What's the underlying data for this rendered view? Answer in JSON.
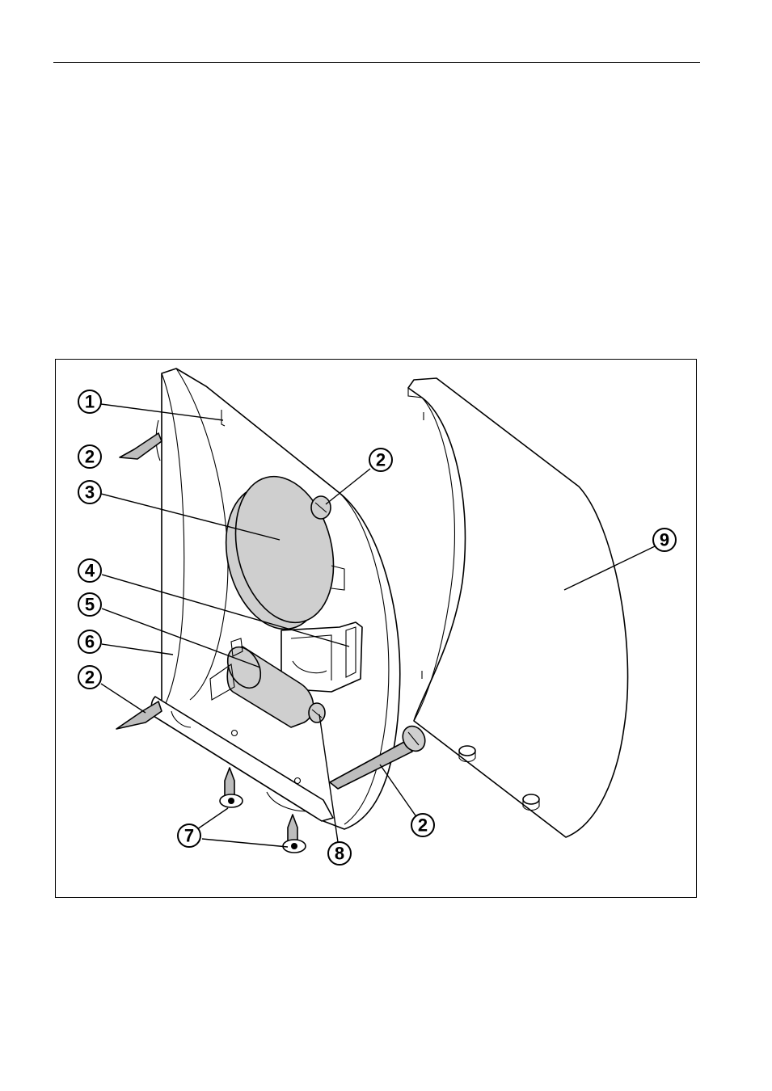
{
  "diagram": {
    "callouts": [
      {
        "id": "c1",
        "text": "1"
      },
      {
        "id": "c2a",
        "text": "2"
      },
      {
        "id": "c2b",
        "text": "2"
      },
      {
        "id": "c3",
        "text": "3"
      },
      {
        "id": "c4",
        "text": "4"
      },
      {
        "id": "c5",
        "text": "5"
      },
      {
        "id": "c6",
        "text": "6"
      },
      {
        "id": "c2c",
        "text": "2"
      },
      {
        "id": "c2d",
        "text": "2"
      },
      {
        "id": "c7",
        "text": "7"
      },
      {
        "id": "c8",
        "text": "8"
      },
      {
        "id": "c9",
        "text": "9"
      }
    ],
    "colors": {
      "line": "#000000",
      "part_fill": "#ffffff",
      "component_fill": "#cfcfcf",
      "pin_fill": "#bdbdbd"
    }
  }
}
